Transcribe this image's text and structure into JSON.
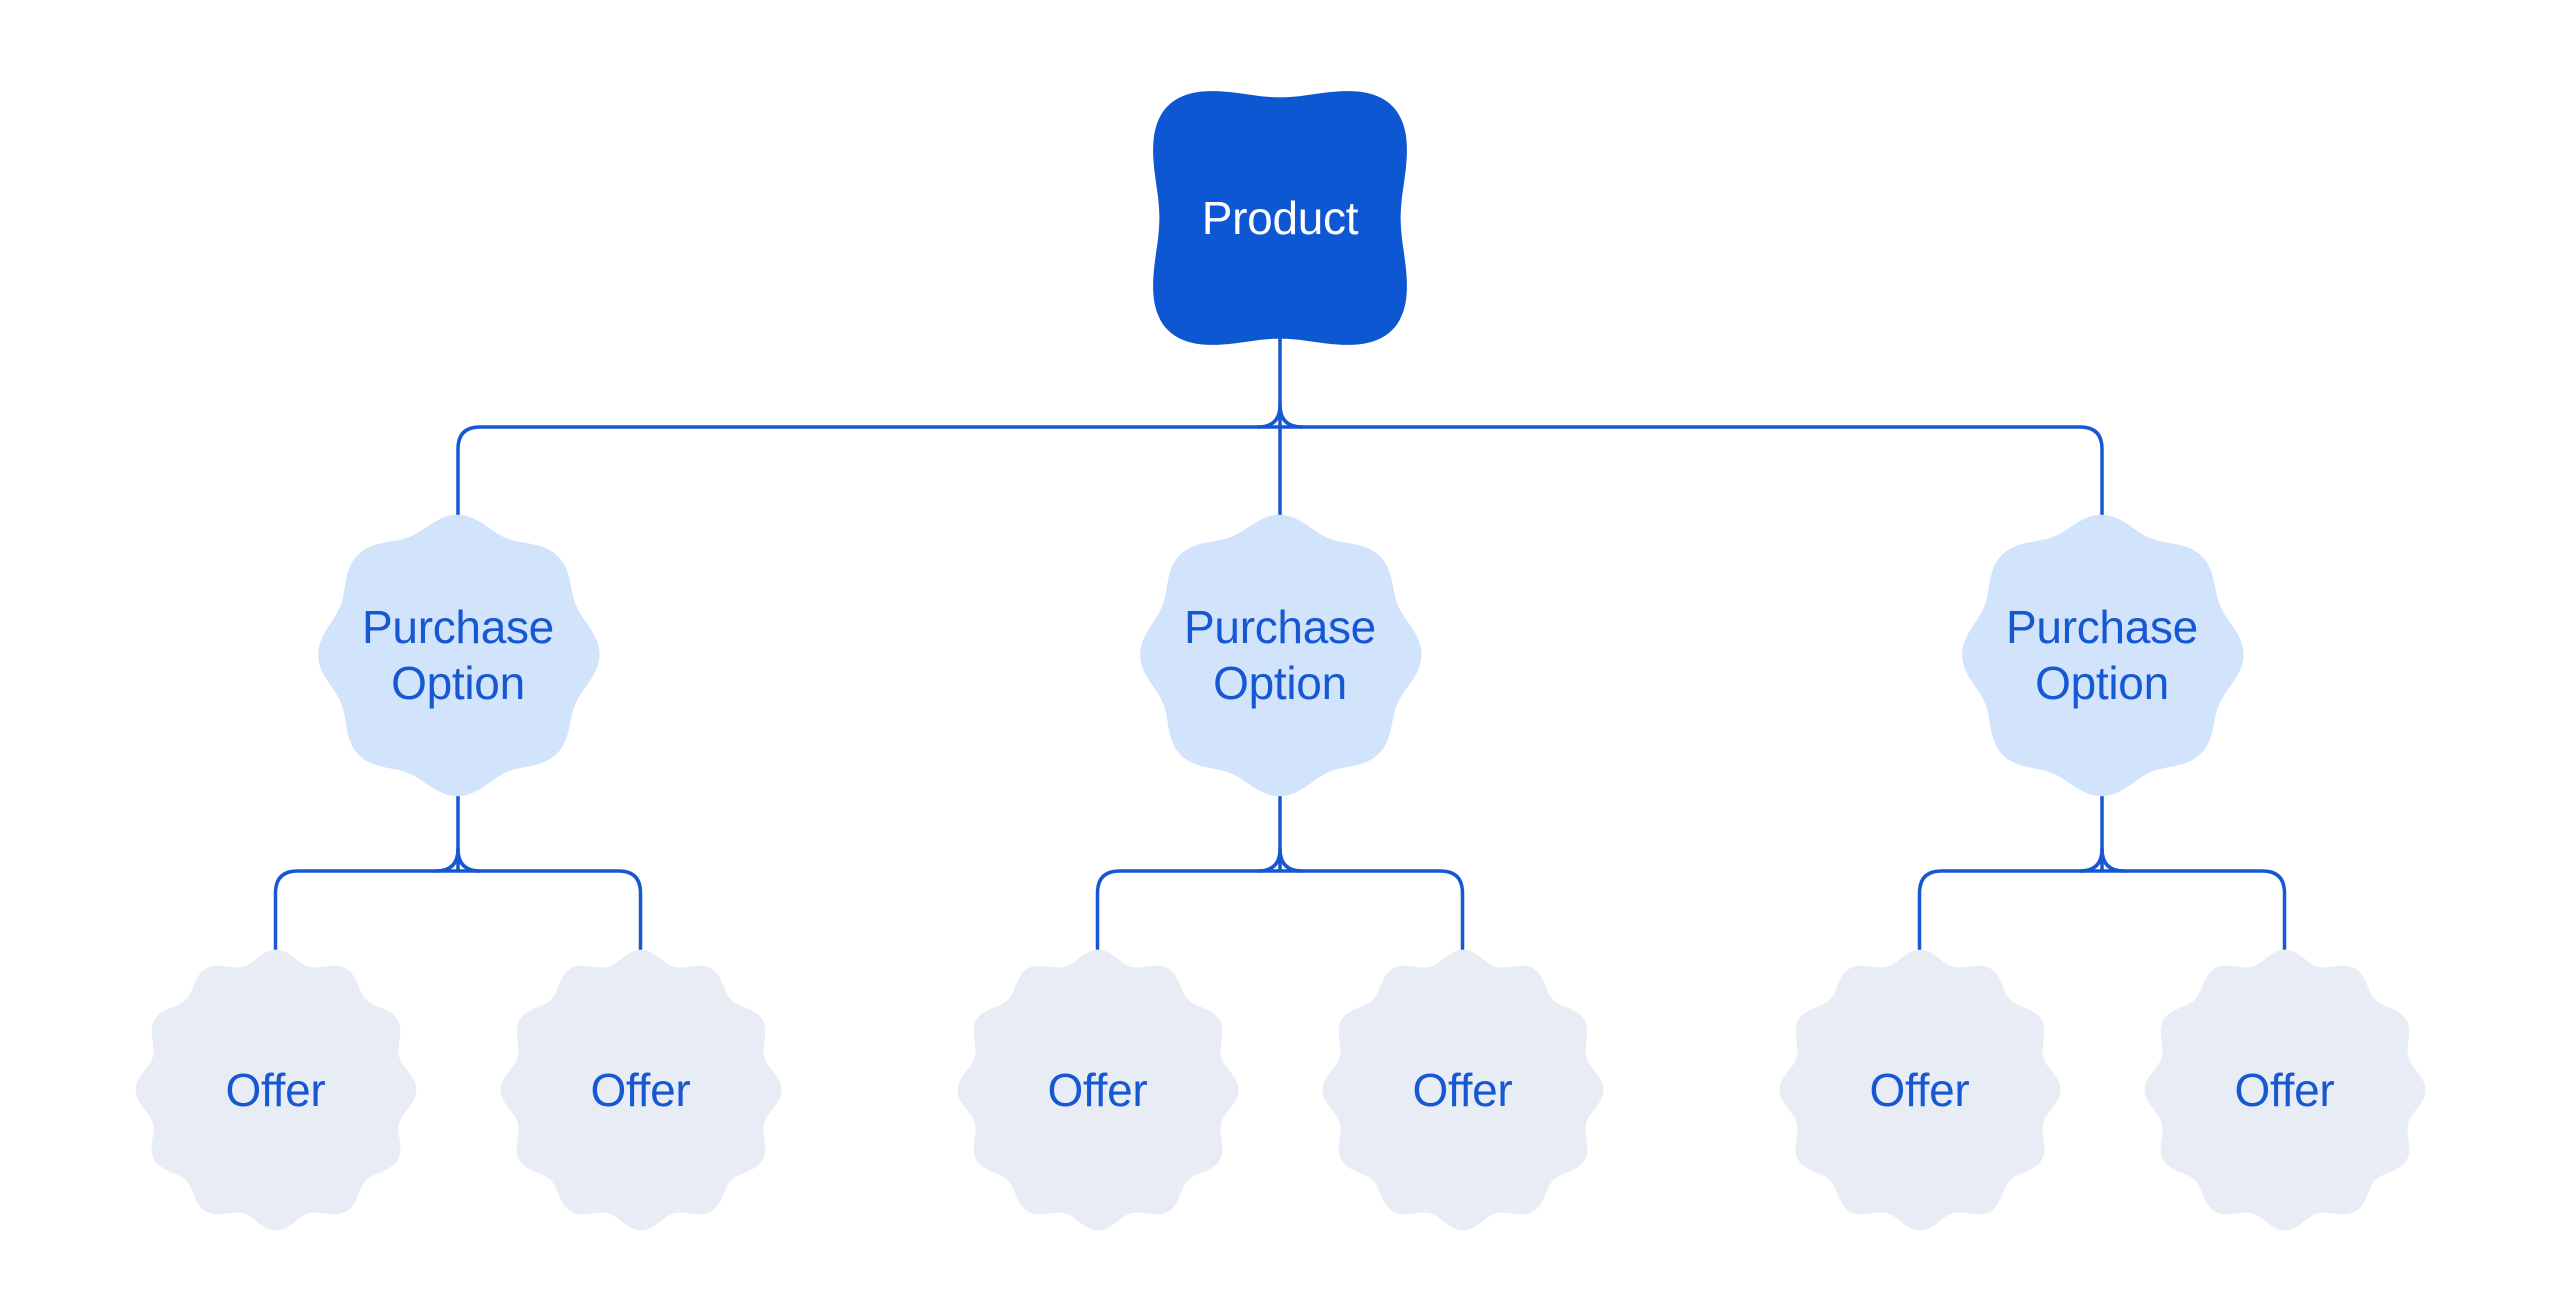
{
  "colors": {
    "background": "#ffffff",
    "product_fill": "#0d57d2",
    "product_text": "#ffffff",
    "purchase_option_fill": "#d2e3fc",
    "offer_fill": "#e8ecf5",
    "label_text": "#1657d2",
    "connector": "#1657d2"
  },
  "nodes": {
    "product": {
      "label": "Product"
    },
    "purchase_options": [
      {
        "label": "Purchase Option",
        "offers": [
          {
            "label": "Offer"
          },
          {
            "label": "Offer"
          }
        ]
      },
      {
        "label": "Purchase Option",
        "offers": [
          {
            "label": "Offer"
          },
          {
            "label": "Offer"
          }
        ]
      },
      {
        "label": "Purchase Option",
        "offers": [
          {
            "label": "Offer"
          },
          {
            "label": "Offer"
          }
        ]
      }
    ]
  }
}
